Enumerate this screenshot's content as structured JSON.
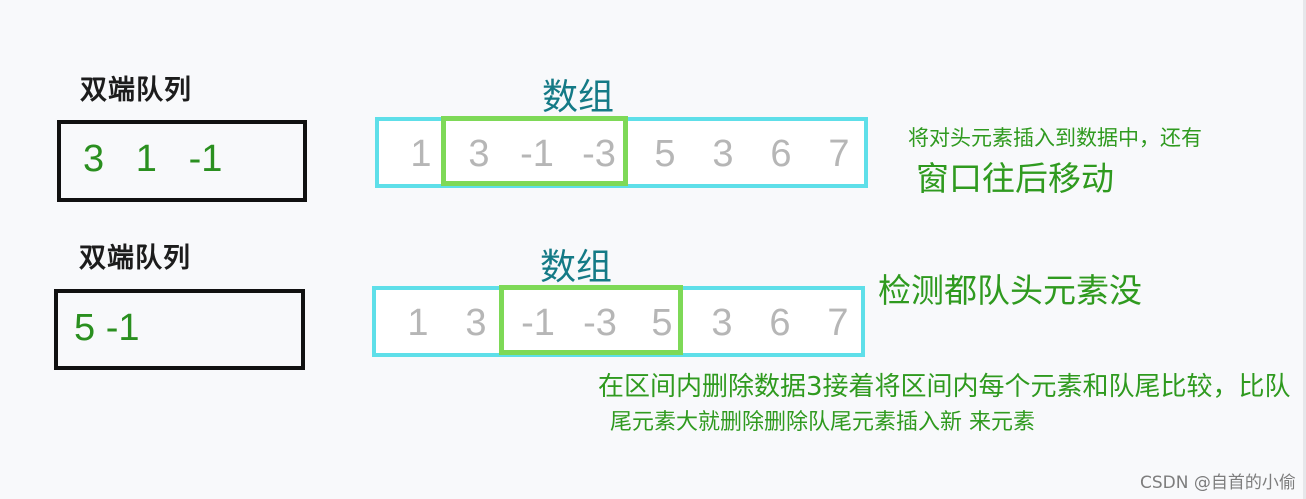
{
  "step1": {
    "deque_title": "双端队列",
    "deque_values": "3   1   -1",
    "array_title": "数组",
    "array_cells": [
      "1",
      "3",
      "-1",
      "-3",
      "5",
      "3",
      "6",
      "7"
    ],
    "note_line1": "将对头元素插入到数据中，还有",
    "note_line2": "窗口往后移动"
  },
  "step2": {
    "deque_title": "双端队列",
    "deque_values": "5 -1",
    "array_title": "数组",
    "array_cells": [
      "1",
      "3",
      "-1",
      "-3",
      "5",
      "3",
      "6",
      "7"
    ],
    "note_head": "检测都队头元素没",
    "note_line1": "在区间内删除数据3接着将区间内每个元素和队尾比较，比队",
    "note_line2": "尾元素大就删除删除队尾元素插入新 来元素"
  },
  "watermark": "CSDN @自首的小偷",
  "colors": {
    "deque_border": "#111111",
    "deque_text": "#2a8f1f",
    "array_border": "#5edfe9",
    "window_border": "#7ed957",
    "array_title": "#147a86",
    "note_text": "#2f9a1f",
    "cell_text": "#b6b6b6"
  }
}
